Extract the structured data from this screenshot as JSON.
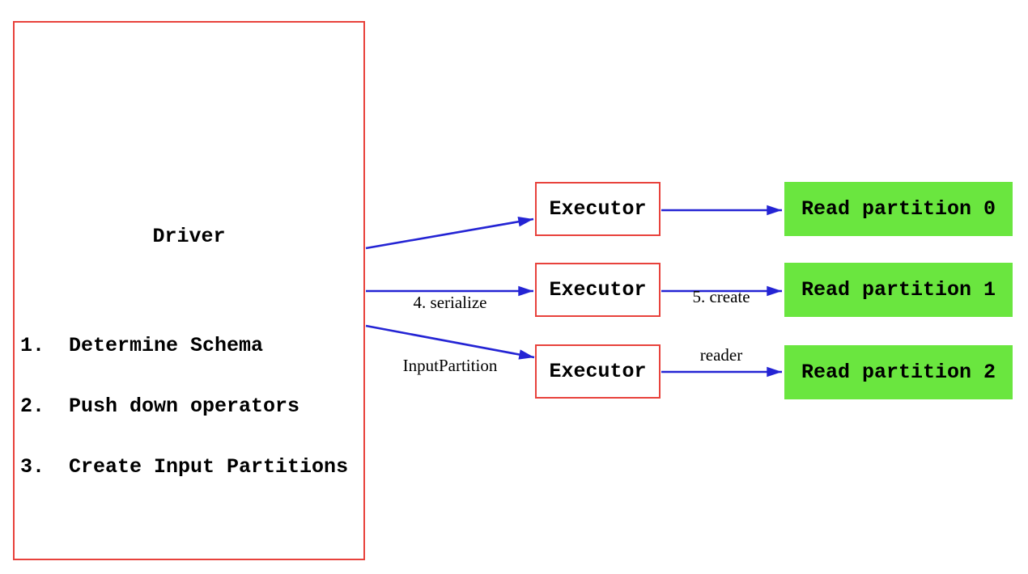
{
  "diagram": {
    "type": "flow-diagram",
    "driver": {
      "title": "Driver",
      "steps": [
        "1.  Determine Schema",
        "2.  Push down operators",
        "3.  Create Input Partitions"
      ]
    },
    "executors": [
      {
        "label": "Executor"
      },
      {
        "label": "Executor"
      },
      {
        "label": "Executor"
      }
    ],
    "partitions": [
      {
        "label": "Read partition 0"
      },
      {
        "label": "Read partition 1"
      },
      {
        "label": "Read partition 2"
      }
    ],
    "edge_labels": {
      "serialize": {
        "line1": "4. serialize",
        "line2": "InputPartition"
      },
      "create_reader": {
        "line1": "5. create",
        "line2": "reader"
      }
    },
    "colors": {
      "node_border": "#e8423c",
      "arrow": "#2424d4",
      "partition_fill": "#6ae63f",
      "text": "#000000",
      "background": "#ffffff"
    }
  }
}
